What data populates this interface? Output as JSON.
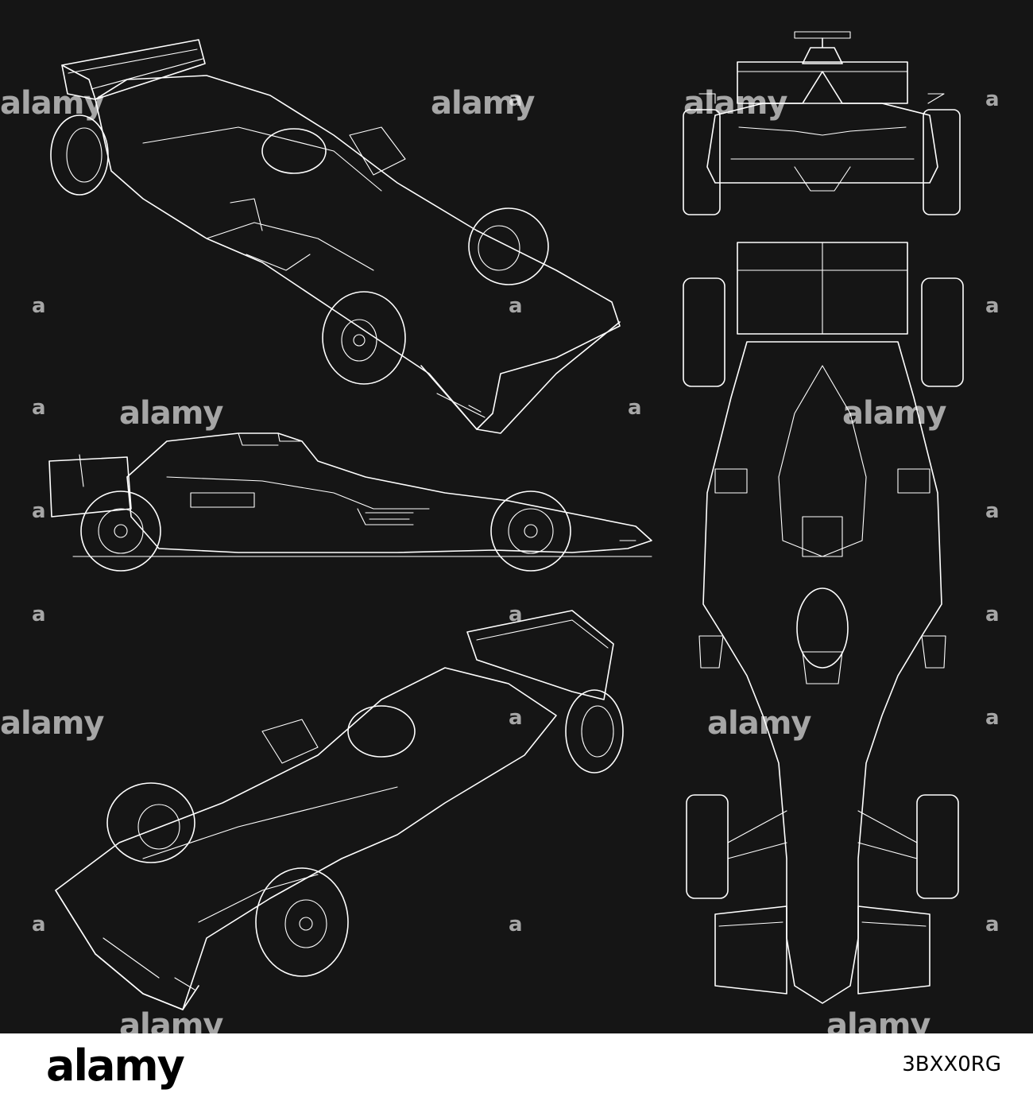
{
  "watermark": {
    "text": "alamy",
    "short": "a"
  },
  "footer": {
    "logo": "alamy",
    "image_id": "3BXX0RG"
  },
  "colors": {
    "background": "#151515",
    "stroke": "#ffffff",
    "footer_bg": "#ffffff",
    "footer_text": "#000000"
  },
  "views": [
    {
      "name": "perspective-view-top"
    },
    {
      "name": "side-view"
    },
    {
      "name": "perspective-view-bottom"
    },
    {
      "name": "rear-view"
    },
    {
      "name": "top-view"
    }
  ]
}
